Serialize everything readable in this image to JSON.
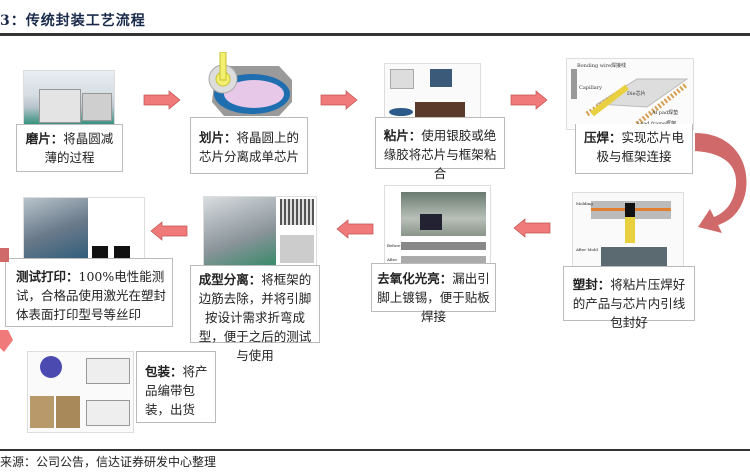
{
  "header": {
    "title": "3：传统封装工艺流程"
  },
  "footer": {
    "source": "来源：公司公告，信达证券研发中心整理"
  },
  "steps": [
    {
      "name": "磨片",
      "sep": "：",
      "desc": "将晶圆减薄的过程"
    },
    {
      "name": "划片",
      "sep": "：",
      "desc": "将晶圆上的芯片分离成单芯片"
    },
    {
      "name": "粘片",
      "sep": "：",
      "desc": "使用银胶或绝缘胶将芯片与框架粘合"
    },
    {
      "name": "压焊",
      "sep": "：",
      "desc": "实现芯片电极与框架连接"
    },
    {
      "name": "塑封",
      "sep": "：",
      "desc": "将粘片压焊好的产品与芯片内引线包封好"
    },
    {
      "name": "去氧化光亮",
      "sep": "：",
      "desc": "漏出引脚上镀锡，便于贴板焊接"
    },
    {
      "name": "成型分离",
      "sep": "：",
      "desc": "将框架的边筋去除，并将引脚按设计需求折弯成型，便于之后的测试与使用"
    },
    {
      "name": "测试打印",
      "sep": "：",
      "desc": "100%电性能测试，合格品使用激光在塑封体表面打印型号等丝印"
    },
    {
      "name": "包装",
      "sep": "：",
      "desc": "将产品编带包装，出货"
    }
  ],
  "image_labels": {
    "bonding": [
      "Bonding wire焊接线",
      "Capillary",
      "Die芯片",
      "Al pad焊垫",
      "Lead frame框架"
    ],
    "molding": [
      "Molding",
      "After Mold"
    ],
    "plating": [
      "Before",
      "After"
    ]
  },
  "colors": {
    "arrow": "#f07a7a",
    "arrow_stroke": "#c05050",
    "curve": "#d06a6a",
    "title": "#1a2a4a"
  }
}
